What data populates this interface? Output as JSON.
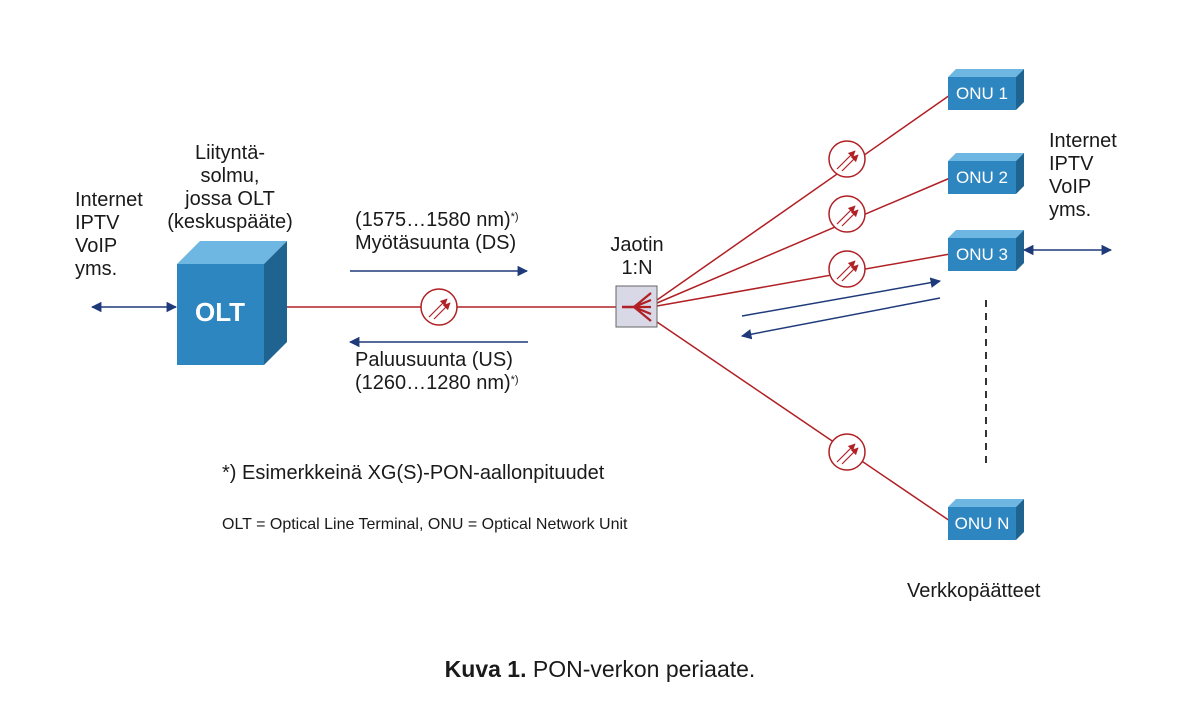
{
  "left_services": [
    "Internet",
    "IPTV",
    "VoIP",
    "yms."
  ],
  "right_services": [
    "Internet",
    "IPTV",
    "VoIP",
    "yms."
  ],
  "olt_description": [
    "Liityntä-",
    "solmu,",
    "jossa OLT",
    "(keskuspääte)"
  ],
  "olt_label": "OLT",
  "downstream": {
    "range": "(1575…1580 nm)",
    "mark": "*)",
    "label": "Myötäsuunta (DS)"
  },
  "upstream": {
    "label": "Paluusuunta (US)",
    "range": "(1260…1280 nm)",
    "mark": "*)"
  },
  "splitter": {
    "line1": "Jaotin",
    "line2": "1:N"
  },
  "onus": [
    "ONU 1",
    "ONU 2",
    "ONU 3",
    "ONU N"
  ],
  "terminals_label": "Verkkopäätteet",
  "note_wavelengths": "*) Esimerkkeinä XG(S)-PON-aallonpituudet",
  "note_abbreviations": "OLT = Optical Line Terminal, ONU = Optical Network Unit",
  "caption": {
    "bold": "Kuva 1.",
    "text": " PON-verkon periaate."
  },
  "colors": {
    "fiber": "#b02025",
    "arrows": "#1f3a7a",
    "box_front": "#2e86c1",
    "box_top": "#6fb7e3",
    "box_side": "#1f6391"
  }
}
